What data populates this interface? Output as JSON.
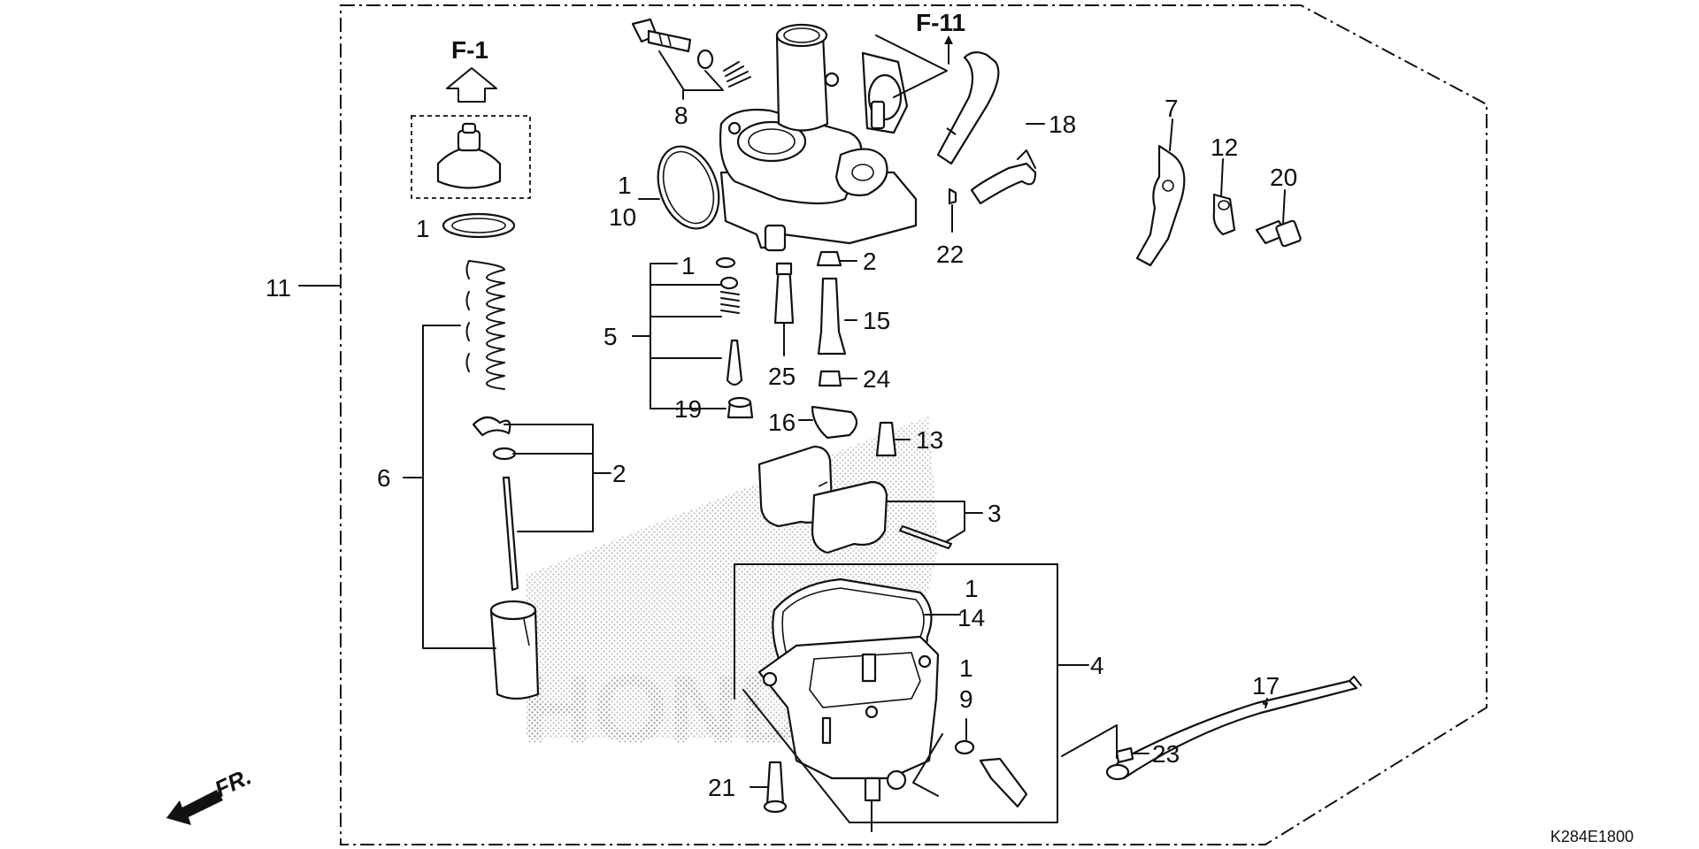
{
  "references": {
    "f1": "F-1",
    "f11": "F-11"
  },
  "direction": {
    "front": "FR."
  },
  "watermark": "HONDA",
  "diagram_code": "K284E1800",
  "callouts": [
    {
      "id": "c11",
      "text": "11"
    },
    {
      "id": "c1a",
      "text": "1"
    },
    {
      "id": "c6",
      "text": "6"
    },
    {
      "id": "c2a",
      "text": "2"
    },
    {
      "id": "c8",
      "text": "8"
    },
    {
      "id": "c1b",
      "text": "1"
    },
    {
      "id": "c10",
      "text": "10"
    },
    {
      "id": "c1c",
      "text": "1"
    },
    {
      "id": "c5",
      "text": "5"
    },
    {
      "id": "c19",
      "text": "19"
    },
    {
      "id": "c25",
      "text": "25"
    },
    {
      "id": "c2b",
      "text": "2"
    },
    {
      "id": "c15",
      "text": "15"
    },
    {
      "id": "c24",
      "text": "24"
    },
    {
      "id": "c16",
      "text": "16"
    },
    {
      "id": "c13",
      "text": "13"
    },
    {
      "id": "c3",
      "text": "3"
    },
    {
      "id": "c18",
      "text": "18"
    },
    {
      "id": "c22",
      "text": "22"
    },
    {
      "id": "c7",
      "text": "7"
    },
    {
      "id": "c12",
      "text": "12"
    },
    {
      "id": "c20",
      "text": "20"
    },
    {
      "id": "c1d",
      "text": "1"
    },
    {
      "id": "c14",
      "text": "14"
    },
    {
      "id": "c4",
      "text": "4"
    },
    {
      "id": "c1e",
      "text": "1"
    },
    {
      "id": "c9",
      "text": "9"
    },
    {
      "id": "c21",
      "text": "21"
    },
    {
      "id": "c17",
      "text": "17"
    },
    {
      "id": "c23",
      "text": "23"
    }
  ]
}
